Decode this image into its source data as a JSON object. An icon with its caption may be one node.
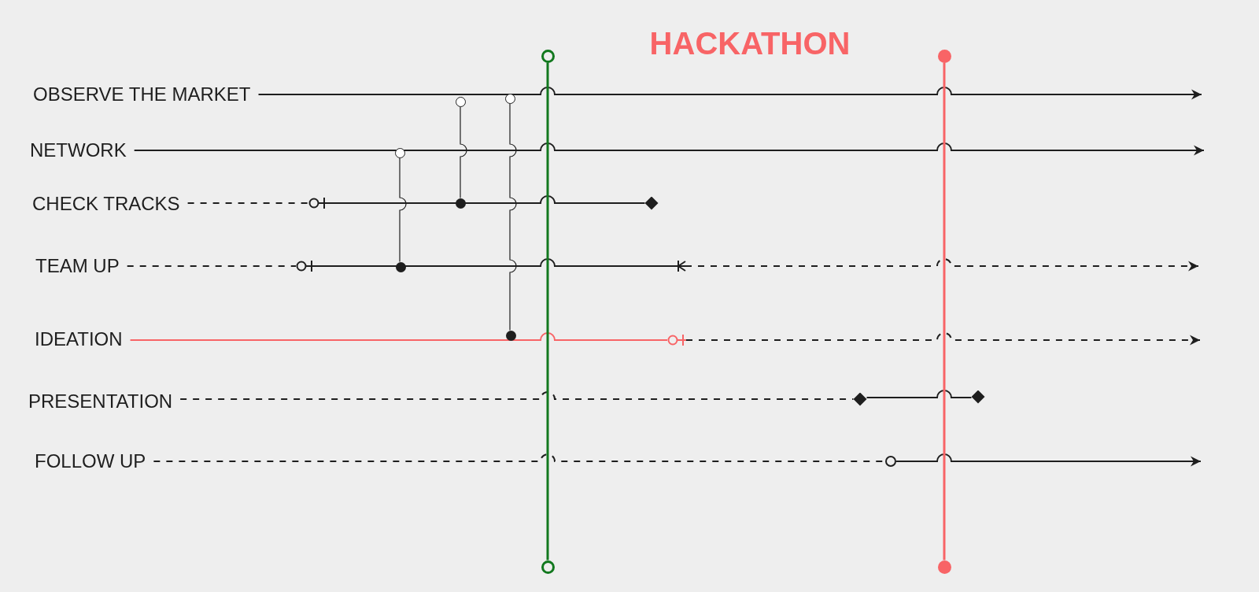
{
  "diagram": {
    "title": "HACKATHON",
    "nodes": [
      {
        "text": [
          "OBSERVE THE MARKET"
        ]
      },
      {
        "text": [
          "NETWORK"
        ]
      },
      {
        "text": [
          "CHECK TRACKS"
        ]
      },
      {
        "text": [
          "TEAM UP"
        ]
      },
      {
        "text": [
          "IDEATION"
        ]
      },
      {
        "text": [
          "PRESENTATION"
        ]
      },
      {
        "text": [
          "FOLLOW UP"
        ]
      },
      {
        "text": [],
        "shape": "circle"
      },
      {
        "text": [],
        "shape": "circle"
      },
      {
        "text": [],
        "shape": "circle"
      },
      {
        "text": [],
        "shape": "circle"
      },
      {
        "text": [],
        "shape": "circle"
      },
      {
        "text": [],
        "shape": "circle"
      },
      {
        "text": [],
        "shape": "circle"
      },
      {
        "text": [],
        "shape": "circle"
      },
      {
        "text": [],
        "shape": "circle"
      },
      {
        "text": [],
        "shape": "circle"
      },
      {
        "text": [],
        "shape": "diamond"
      },
      {
        "text": [],
        "shape": "diamond"
      },
      {
        "text": [],
        "shape": "diamond"
      },
      {
        "text": [],
        "shape": "circle"
      },
      {
        "text": [],
        "shape": "circle"
      },
      {
        "text": [],
        "shape": "circle"
      },
      {
        "text": [],
        "shape": "crowfoot"
      },
      {
        "text": [],
        "shape": "circle"
      }
    ],
    "edges": [
      {
        "from": 0,
        "to": null,
        "arrow": "to"
      },
      {
        "from": 1,
        "to": null,
        "arrow": "to"
      },
      {
        "from": 2,
        "to": 21,
        "arrow": "none",
        "style": "dashed"
      },
      {
        "from": 21,
        "to": 17,
        "arrow": "none"
      },
      {
        "from": 3,
        "to": 22,
        "arrow": "none",
        "style": "dashed"
      },
      {
        "from": 22,
        "to": 23,
        "arrow": "none"
      },
      {
        "from": 23,
        "to": null,
        "arrow": "to",
        "style": "dashed"
      },
      {
        "from": 4,
        "to": 24,
        "arrow": "none",
        "color": "#f86466"
      },
      {
        "from": 24,
        "to": null,
        "arrow": "to",
        "style": "dashed"
      },
      {
        "from": 5,
        "to": 18,
        "arrow": "none",
        "style": "dashed"
      },
      {
        "from": 18,
        "to": 19,
        "arrow": "none"
      },
      {
        "from": 6,
        "to": 20,
        "arrow": "none",
        "style": "dashed"
      },
      {
        "from": 20,
        "to": null,
        "arrow": "to"
      },
      {
        "from": 7,
        "to": 8,
        "arrow": "none",
        "color": "#12781e"
      },
      {
        "from": 9,
        "to": 10,
        "arrow": "none",
        "color": "#f86466"
      },
      {
        "from": 11,
        "to": 12,
        "arrow": "none"
      },
      {
        "from": 13,
        "to": 14,
        "arrow": "none"
      },
      {
        "from": 15,
        "to": 16,
        "arrow": "none"
      }
    ]
  }
}
